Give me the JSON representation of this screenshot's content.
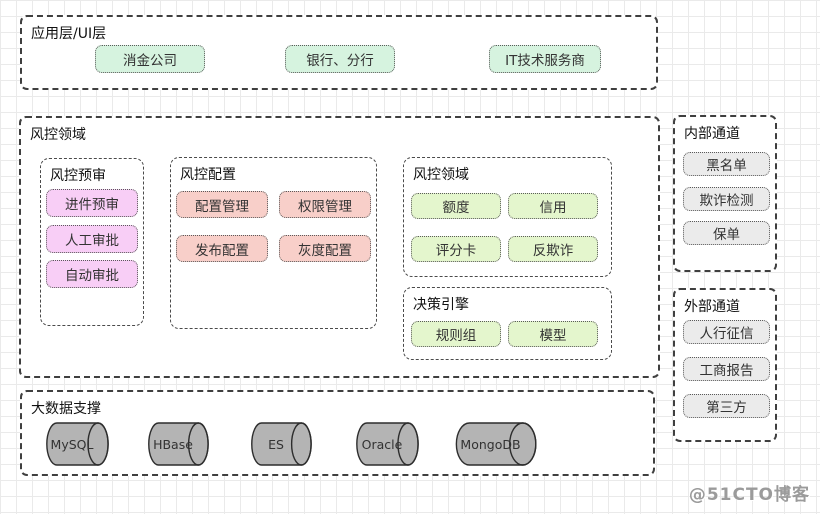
{
  "app_layer": {
    "title": "应用层/UI层",
    "items": [
      "消金公司",
      "银行、分行",
      "IT技术服务商"
    ]
  },
  "risk_domain": {
    "title": "风控领域",
    "pre_review": {
      "title": "风控预审",
      "items": [
        "进件预审",
        "人工审批",
        "自动审批"
      ]
    },
    "config": {
      "title": "风控配置",
      "items": [
        "配置管理",
        "权限管理",
        "发布配置",
        "灰度配置"
      ]
    },
    "domain": {
      "title": "风控领域",
      "items": [
        "额度",
        "信用",
        "评分卡",
        "反欺诈"
      ]
    },
    "decision": {
      "title": "决策引擎",
      "items": [
        "规则组",
        "模型"
      ]
    }
  },
  "internal_channel": {
    "title": "内部通道",
    "items": [
      "黑名单",
      "欺诈检测",
      "保单"
    ]
  },
  "external_channel": {
    "title": "外部通道",
    "items": [
      "人行征信",
      "工商报告",
      "第三方"
    ]
  },
  "bigdata": {
    "title": "大数据支撑",
    "databases": [
      "MySQL",
      "HBase",
      "ES",
      "Oracle",
      "MongoDB"
    ]
  },
  "watermark": "@51CTO博客",
  "colors": {
    "app_item_fill": "#d6f3df",
    "pre_review_item_fill": "#f8cef6",
    "config_item_fill": "#f8cfc9",
    "domain_item_fill": "#e4f6cd",
    "channel_item_fill": "#ebebeb",
    "cylinder_fill": "#b4b4b4",
    "dashed_border": "#3f3f3f"
  }
}
